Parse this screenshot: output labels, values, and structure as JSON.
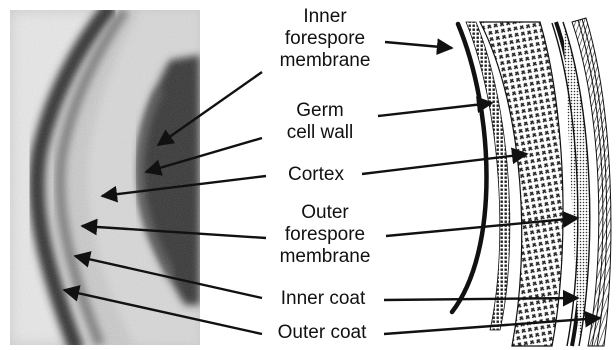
{
  "labels": {
    "inner_forespore_membrane": [
      "Inner",
      "forespore",
      "membrane"
    ],
    "germ_cell_wall": [
      "Germ",
      "cell wall"
    ],
    "cortex": "Cortex",
    "outer_forespore_membrane": [
      "Outer",
      "forespore",
      "membrane"
    ],
    "inner_coat": "Inner coat",
    "outer_coat": "Outer coat"
  },
  "colors": {
    "text": "#111111",
    "arrow": "#111111",
    "micrograph_light": "#d4d4d4",
    "micrograph_dark": "#2a2a2a"
  }
}
